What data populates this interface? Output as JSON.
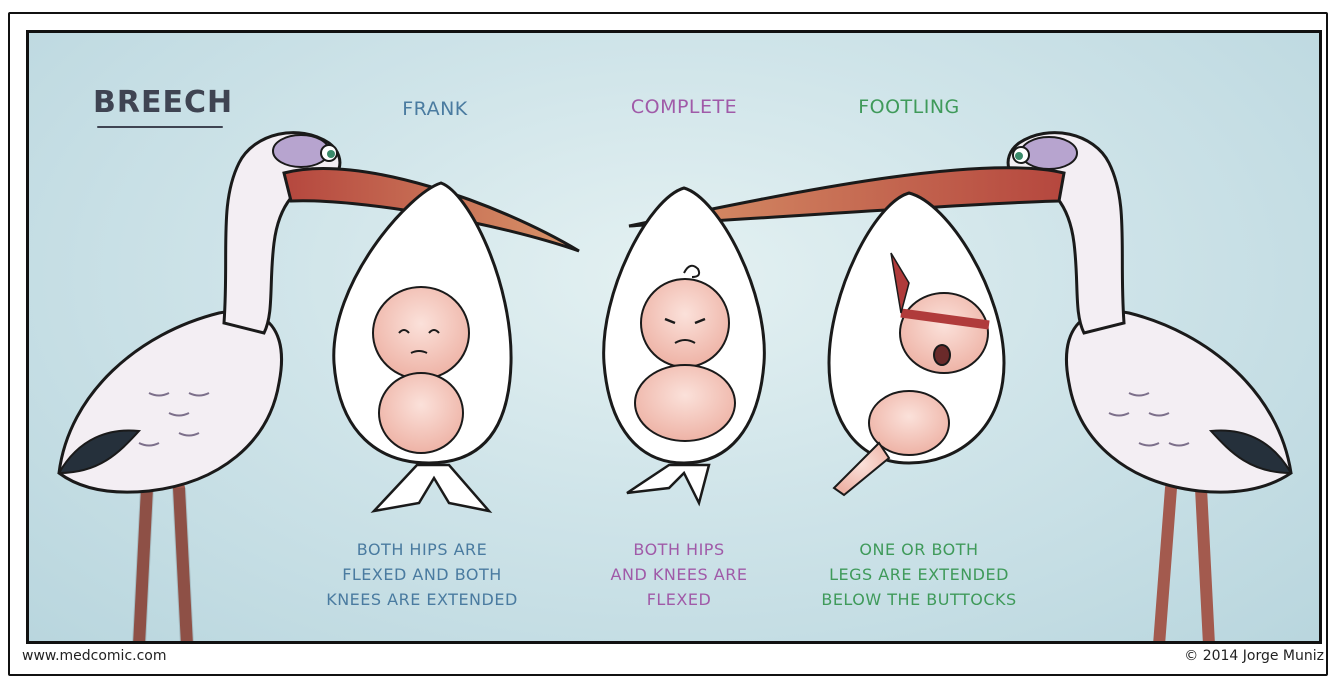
{
  "title": "BREECH",
  "types": [
    {
      "name": "FRANK",
      "desc": [
        "BOTH HIPS ARE",
        "FLEXED AND BOTH",
        "KNEES ARE EXTENDED"
      ]
    },
    {
      "name": "COMPLETE",
      "desc": [
        "BOTH HIPS",
        "AND KNEES ARE",
        "FLEXED"
      ]
    },
    {
      "name": "FOOTLING",
      "desc": [
        "ONE OR BOTH",
        "LEGS ARE EXTENDED",
        "BELOW THE BUTTOCKS"
      ]
    }
  ],
  "footer": {
    "website": "www.medcomic.com",
    "copyright": "© 2014 Jorge Muniz"
  },
  "colors": {
    "frank": "#4a7ba0",
    "complete": "#a05aa8",
    "footling": "#3f9a5a",
    "beak": "#c9695a",
    "skin": "#f4c7bd"
  }
}
